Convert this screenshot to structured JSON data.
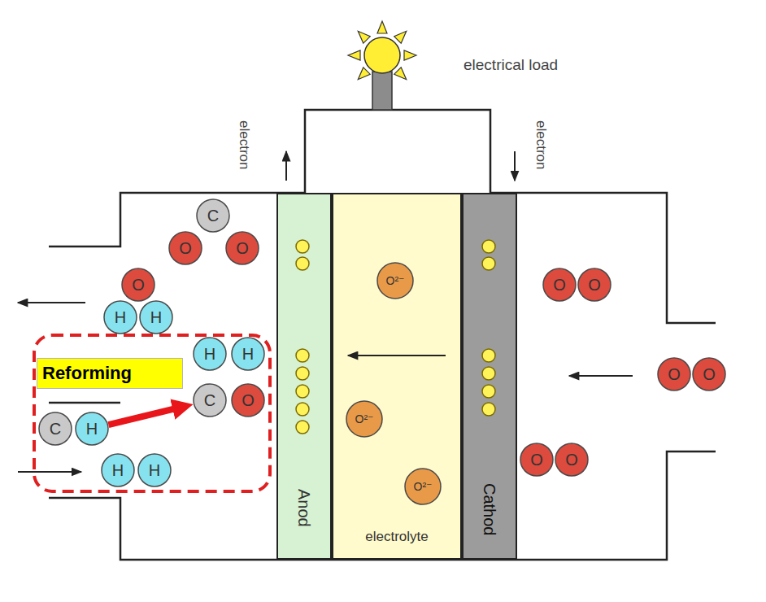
{
  "diagram": {
    "nodes": [
      {
        "text": [
          "C"
        ]
      },
      {
        "text": [
          "O"
        ]
      },
      {
        "text": [
          "O"
        ]
      },
      {
        "text": [
          "O"
        ]
      },
      {
        "text": [
          "H"
        ]
      },
      {
        "text": [
          "H"
        ]
      },
      {
        "text": [
          "H"
        ]
      },
      {
        "text": [
          "H"
        ]
      },
      {
        "text": [
          "Reforming"
        ]
      },
      {
        "text": [
          "C"
        ]
      },
      {
        "text": [
          "O"
        ]
      },
      {
        "text": [
          "C"
        ]
      },
      {
        "text": [
          "H"
        ]
      },
      {
        "text": [
          "H"
        ]
      },
      {
        "text": [
          "H"
        ]
      },
      {
        "text": [
          "Anod"
        ]
      },
      {
        "text": [
          "electrolyte"
        ]
      },
      {
        "text": [
          "O²⁻"
        ],
        "in": 16
      },
      {
        "text": [
          "O²⁻"
        ],
        "in": 16
      },
      {
        "text": [
          "O²⁻"
        ],
        "in": 16
      },
      {
        "text": [
          "Cathod"
        ]
      },
      {
        "text": [
          "O"
        ]
      },
      {
        "text": [
          "O"
        ]
      },
      {
        "text": [
          "O"
        ]
      },
      {
        "text": [
          "O"
        ]
      },
      {
        "text": [
          "O"
        ]
      },
      {
        "text": [
          "O"
        ]
      }
    ],
    "edges": [
      {
        "from": 12,
        "to": 9,
        "arrow": "to"
      }
    ],
    "labels": [
      "electrical load",
      "electron",
      "electron"
    ]
  }
}
